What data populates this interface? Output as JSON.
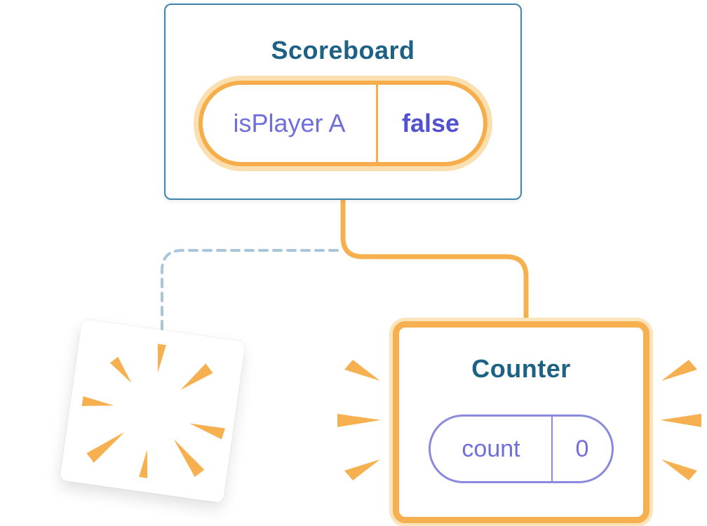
{
  "scoreboard_card": {
    "title": "Scoreboard",
    "state_pill": {
      "name": "isPlayer A",
      "value": "false"
    }
  },
  "counter_card": {
    "title": "Counter",
    "state_pill": {
      "name": "count",
      "value": "0"
    }
  },
  "colors": {
    "orange": "#F6B04F",
    "orange_light": "#FBE0B2",
    "purple_text": "#6E6EDC",
    "purple_bold_text": "#5252D0",
    "purple_pill_border": "#8989DD",
    "title_blue": "#1D6285",
    "scoreboard_border_blue": "#3D85AD",
    "dashed_line_blue": "#A9C6D8"
  },
  "icons": {
    "sparkle": "sparkle-icon",
    "poof": "poof-burst-icon",
    "emphasis": "emphasis-mark-icon"
  }
}
